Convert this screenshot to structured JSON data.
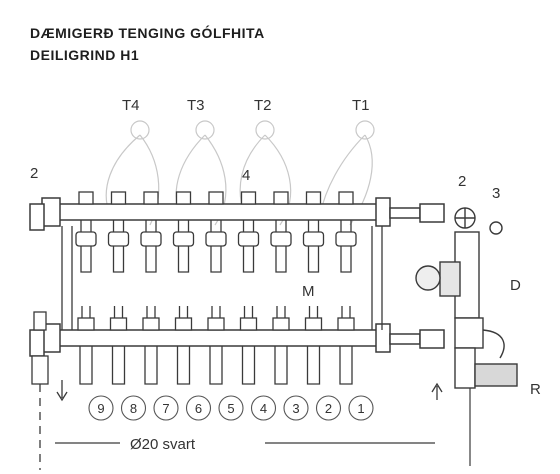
{
  "title": {
    "line1": "DÆMIGERÐ TENGING GÓLFHITA",
    "line2": "DEILIGRIND H1"
  },
  "labels": {
    "thermostats": [
      "T4",
      "T3",
      "T2",
      "T1"
    ],
    "left_fitting": "2",
    "top_mid": "4",
    "right_fitting": "2",
    "right_gauge": "3",
    "pump": "D",
    "mixing": "M",
    "return_valve": "R"
  },
  "circuits": [
    "9",
    "8",
    "7",
    "6",
    "5",
    "4",
    "3",
    "2",
    "1"
  ],
  "pipe_label": "Ø20 svart",
  "colors": {
    "line": "#3a3a3a",
    "faint": "#bdbdbd",
    "text": "#333333"
  }
}
